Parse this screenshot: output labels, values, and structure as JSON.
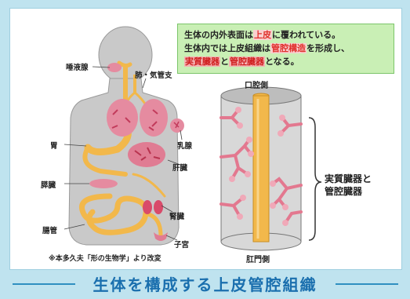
{
  "callout": {
    "line1_a": "生体の内外表面は",
    "line1_red": "上皮",
    "line1_b": "に覆われている。",
    "line2_a": "生体内では上皮組織は",
    "line2_red": "管腔構造",
    "line2_b": "を形成し、",
    "line3_red1": "実質臓器",
    "line3_a": "と",
    "line3_red2": "管腔臓器",
    "line3_b": "となる。"
  },
  "body_labels": {
    "salivary": "唾液腺",
    "lung": "肺・気管支",
    "breast": "乳腺",
    "stomach": "胃",
    "liver": "肝臓",
    "pancreas": "膵臓",
    "kidney": "腎臓",
    "intestine": "腸管",
    "uterus": "子宮"
  },
  "source_note": "※本多久夫「形の生物学」より改変",
  "cylinder": {
    "top_label": "口腔側",
    "bottom_label": "肛門側",
    "side_label_line1": "実質臓器と",
    "side_label_line2": "管腔臓器"
  },
  "caption": "生体を構成する上皮管腔組織",
  "colors": {
    "background": "#bfe3ef",
    "body": "#c9c9c9",
    "tube": "#f2b84b",
    "tissue": "#d94a6a",
    "callout_bg": "#c9efb5",
    "caption": "#1a6fae"
  }
}
